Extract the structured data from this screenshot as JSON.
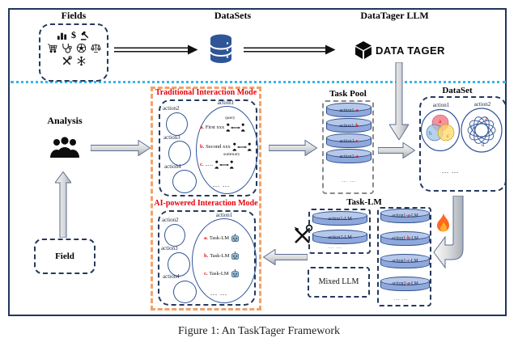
{
  "figure": {
    "caption": "Figure 1: An TaskTager Framework"
  },
  "top_row": {
    "fields_title": "Fields",
    "datasets_title": "DataSets",
    "datatager_title": "DataTager LLM",
    "datatager_logo_text": "DATA TAGER",
    "dollar_glyph": "$"
  },
  "pipeline_left": {
    "analysis_label": "Analysis",
    "field_label": "Field"
  },
  "traditional": {
    "title": "Traditional Interaction Mode",
    "action1": "action1",
    "action2": "action2",
    "action3": "action3",
    "action4": "action4",
    "rows": [
      {
        "key": "a.",
        "label": "First xxx",
        "tag": "query"
      },
      {
        "key": "b.",
        "label": "Second xxx",
        "tag": ""
      },
      {
        "key": "c.",
        "label": "......",
        "tag": "summary"
      }
    ],
    "ellipsis": "... ..."
  },
  "ai": {
    "title": "AI-powered Interaction Mode",
    "action1": "action1",
    "action2": "action2",
    "action3": "action3",
    "action4": "action4",
    "rows": [
      {
        "key": "a.",
        "label": "Task-LM"
      },
      {
        "key": "b.",
        "label": "Task-LM"
      },
      {
        "key": "c.",
        "label": "Task-LM"
      }
    ],
    "ellipsis": "... ..."
  },
  "task_pool": {
    "title": "Task Pool",
    "items": [
      {
        "pre": "action1-",
        "letter": "a"
      },
      {
        "pre": "action1-",
        "letter": "b"
      },
      {
        "pre": "action1-",
        "letter": "c"
      },
      {
        "pre": "action2-",
        "letter": "a"
      }
    ],
    "ellipsis": "... ..."
  },
  "dataset": {
    "title": "DataSet",
    "venn_label": "action1",
    "venn_letters": [
      "a",
      "b",
      "c"
    ],
    "flower_label": "action2",
    "flower_letters": [
      "a",
      "b",
      "c",
      "d"
    ],
    "flower_more": "...",
    "ellipsis": "... ..."
  },
  "task_lm": {
    "title": "Task-LM",
    "merged_items": [
      "action1-LM",
      "action2-LM"
    ],
    "merged_ellipsis": "... ...",
    "mixed_label": "Mixed LLM",
    "split_items": [
      {
        "pre": "action1-",
        "letter": "a",
        "post": "-LM"
      },
      {
        "pre": "action1-",
        "letter": "b",
        "post": "-LM"
      },
      {
        "pre": "action1-",
        "letter": "c",
        "post": "-LM"
      },
      {
        "pre": "action2-",
        "letter": "a",
        "post": "-LM"
      }
    ],
    "split_ellipsis": "... ..."
  },
  "icons": {
    "fields_icons": [
      "bar-chart",
      "dollar",
      "gavel",
      "shopping-cart",
      "stethoscope",
      "soccer-ball",
      "scales",
      "tools",
      "snowflake"
    ],
    "datasets_icon": "database",
    "datatager_icon": "cube-logo",
    "analysis_icon": "people-group",
    "pair_icon": "person-pair",
    "ai_icon": "robot",
    "train_icon": "fire",
    "build_icon": "wrench-hammer"
  },
  "colors": {
    "navy_border": "#21365c",
    "navy_stroke": "#2f5597",
    "orange_dash": "#f2a269",
    "red_accent": "#e8000d",
    "cyan_divider": "#3ab5e9",
    "cylinder_fill": "#8fa9dc",
    "cylinder_top": "#b7c9ea",
    "database_blue": "#2f5597"
  }
}
